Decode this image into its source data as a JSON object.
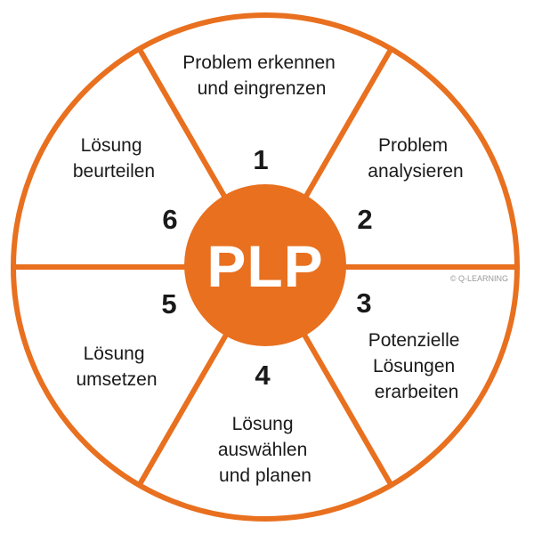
{
  "colors": {
    "accent": "#E8701F",
    "text": "#1A1A1A",
    "background": "#FFFFFF",
    "center_text": "#FFFFFF",
    "copyright": "#9A9A9A"
  },
  "center": {
    "label": "PLP"
  },
  "copyright": "© Q-LEARNING",
  "steps": [
    {
      "number": "1",
      "lines": [
        "Problem erkennen",
        "und eingrenzen"
      ]
    },
    {
      "number": "2",
      "lines": [
        "Problem",
        "analysieren"
      ]
    },
    {
      "number": "3",
      "lines": [
        "Potenzielle",
        "Lösungen",
        "erarbeiten"
      ]
    },
    {
      "number": "4",
      "lines": [
        "Lösung",
        "auswählen",
        "und planen"
      ]
    },
    {
      "number": "5",
      "lines": [
        "Lösung",
        "umsetzen"
      ]
    },
    {
      "number": "6",
      "lines": [
        "Lösung",
        "beurteilen"
      ]
    }
  ]
}
